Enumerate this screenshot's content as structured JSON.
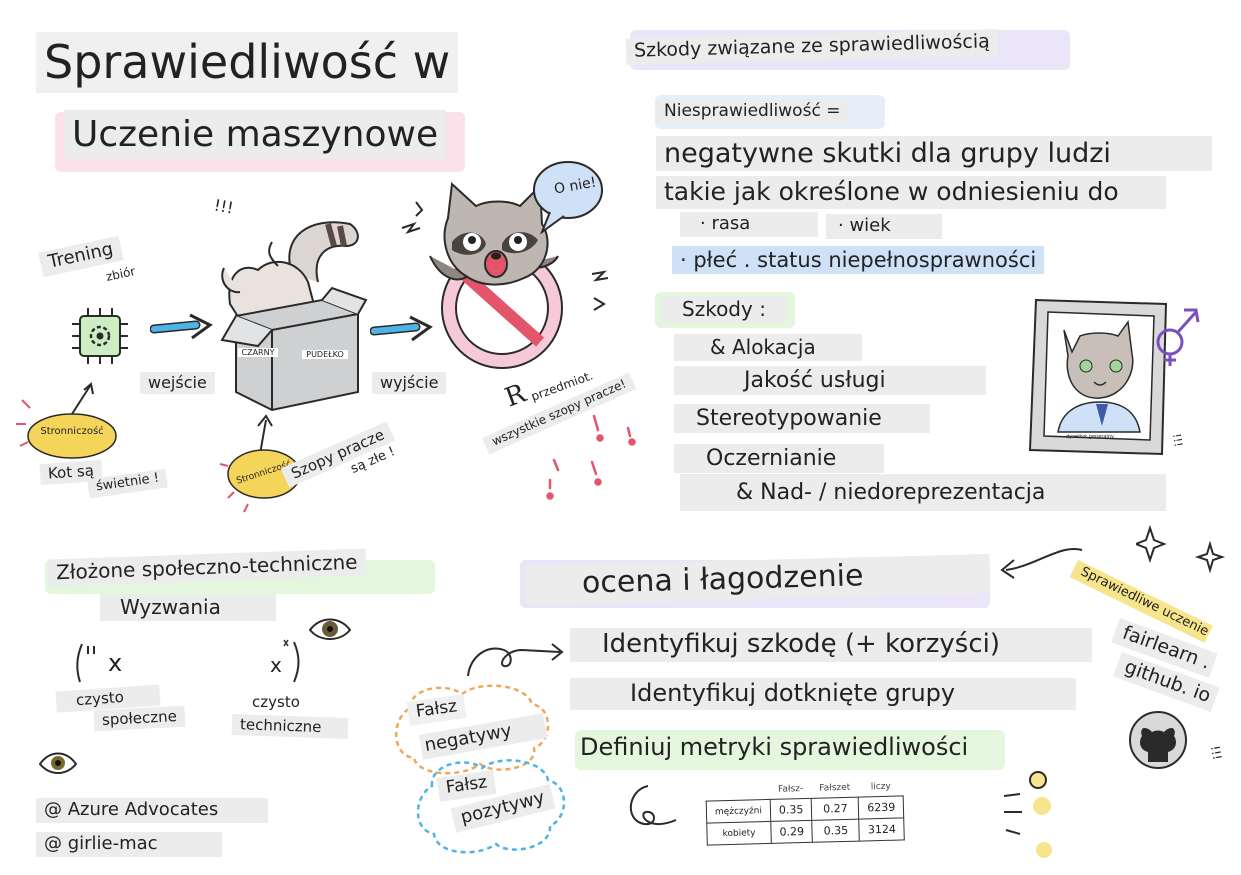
{
  "title": {
    "line1": "Sprawiedliwość w",
    "line2": "Uczenie maszynowe"
  },
  "training": {
    "label_line1": "Trening",
    "label_line2": "zbiór",
    "input": "wejście",
    "output": "wyjście",
    "bias1": "Stronniczość",
    "bias2": "Stronniczość",
    "cats_line1": "Kot są",
    "cats_line2": "świetnie !",
    "box_left": "CZARNY",
    "box_right": "PUDEŁKO",
    "raccoons_line1": "Szopy pracze",
    "raccoons_line2": "są złe !",
    "oh_no": "O nie!",
    "marks": "!!!",
    "prediction_prefix": "R",
    "prediction_line1": "przedmiot.",
    "prediction_line2": "wszystkie szopy pracze!"
  },
  "harms": {
    "heading": "Szkody związane ze sprawiedliwością",
    "unfair_label": "Niesprawiedliwość =",
    "def_line1": "negatywne skutki dla grupy ludzi",
    "def_line2": "takie jak określone w odniesieniu do",
    "attr_race": "· rasa",
    "attr_age": "· wiek",
    "attr_line": "· płeć . status niepełnosprawności",
    "harms_label": "Szkody :",
    "list": [
      "& Alokacja",
      "Jakość usługi",
      "Stereotypowanie",
      "Oczernianie",
      "& Nad- / niedoreprezentacja"
    ],
    "portrait_caption": "dyrektor generalny",
    "portrait_marks": "!!!"
  },
  "challenges": {
    "line1": "Złożone społeczno-techniczne",
    "line2": "Wyzwania",
    "social_line1": "czysto",
    "social_line2": "społeczne",
    "tech_line1": "czysto",
    "tech_line2": "techniczne",
    "x_mark": "x"
  },
  "credits": [
    "@ Azure Advocates",
    "@ girlie-mac"
  ],
  "assessment": {
    "heading": "ocena i łagodzenie",
    "steps": [
      "Identyfikuj szkodę (+ korzyści)",
      "Identyfikuj dotknięte grupy",
      "Definiuj metryki sprawiedliwości"
    ],
    "fn_line1": "Fałsz",
    "fn_line2": "negatywy",
    "fp_line1": "Fałsz",
    "fp_line2": "pozytywy"
  },
  "fair_learning": {
    "badge": "Sprawiedliwe uczenie",
    "site_line1": "fairlearn .",
    "site_line2": "github. io"
  },
  "metrics_table": {
    "headers": [
      "Fałsz-",
      "Fałszet",
      "liczy"
    ],
    "rows": [
      {
        "label": "mężczyźni",
        "values": [
          "0.35",
          "0.27",
          "6239"
        ]
      },
      {
        "label": "kobiety",
        "values": [
          "0.29",
          "0.35",
          "3124"
        ]
      }
    ]
  },
  "colors": {
    "pink": "#f6c9d8",
    "green": "#cdeec3",
    "blue": "#cfe1f6",
    "yellow": "#f5d45a",
    "orange": "#f2a65a",
    "arrow_blue": "#4fb3e8",
    "ban_red": "#e2556b",
    "highlight_yellow": "#f6e58d",
    "lavender": "#d9d2f2"
  },
  "icons": [
    "gear-chip-icon",
    "arrow-right-icon",
    "black-box-icon",
    "raccoon-icon",
    "no-sign-icon",
    "speech-bubble-icon",
    "portrait-icon",
    "gender-symbol-icon",
    "eye-icon",
    "github-icon",
    "sparkle-icon",
    "exclamation-icon",
    "swirl-arrow-icon"
  ]
}
